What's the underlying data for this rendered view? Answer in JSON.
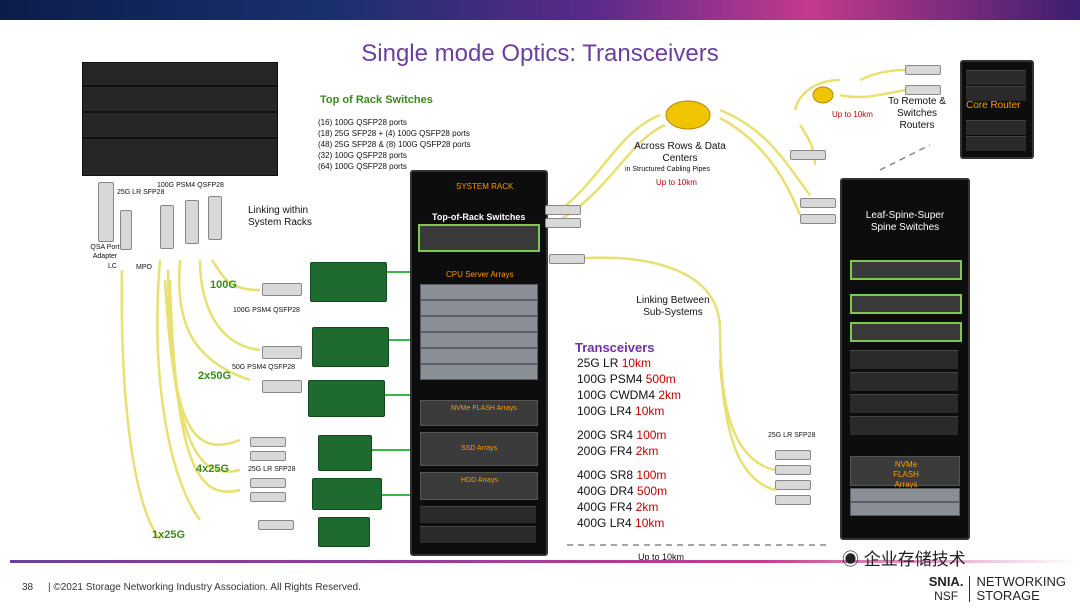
{
  "slide": {
    "title": "Single mode Optics: Transceivers",
    "page_number": "38",
    "copyright": "| ©2021 Storage Networking Industry Association. All Rights Reserved."
  },
  "tor_switches": {
    "heading": "Top of Rack Switches",
    "configs": [
      "(16) 100G QSFP28 ports",
      "(18) 25G SFP28 + (4) 100G QSFP28 ports",
      "(48) 25G SFP28 & (8) 100G QSFP28 ports",
      "(32) 100G QSFP28 ports",
      "(64) 100G QSFP28 ports"
    ]
  },
  "left_components": {
    "sfp28_25g_lr": "25G LR SFP28",
    "psm4_100g": "100G PSM4 QSFP28",
    "qsa_adapter": "QSA Port Adapter",
    "lc": "LC",
    "mpo": "MPO",
    "linking_within": "Linking within System Racks",
    "speed_100g": "100G",
    "psm4_100g_b": "100G PSM4 QSFP28",
    "speed_2x50g": "2x50G",
    "psm4_50g": "50G PSM4 QSFP28",
    "speed_4x25g": "4x25G",
    "sfp28_25g_lr_b": "25G LR SFP28",
    "speed_1x25g": "1x25G"
  },
  "system_rack": {
    "label": "SYSTEM RACK",
    "tor_label": "Top-of-Rack Switches",
    "cpu_label": "CPU Server Arrays",
    "nvme_label": "NVMe FLASH Arrays",
    "ssd_label": "SSD Arrays",
    "hdd_label": "HDD Arrays"
  },
  "center": {
    "across_rows": "Across Rows & Data Centers",
    "structured_cabling": "in Structured Cabling Pipes",
    "up_to_10km": "Up to 10km",
    "linking_between": "Linking Between Sub-Systems",
    "sfp28_25g_lr_c": "25G LR SFP28",
    "bottom_up_to_10km": "Up to 10km"
  },
  "remote": {
    "up_to_10km": "Up to 10km",
    "to_remote": "To Remote & Switches Routers",
    "core_router": "Core Router"
  },
  "spine_rack": {
    "label": "Leaf-Spine-Super Spine Switches",
    "nvme_label": "NVMe FLASH Arrays"
  },
  "transceivers": {
    "title": "Transceivers",
    "rows": [
      {
        "type": "25G LR",
        "dist": "10km"
      },
      {
        "type": "100G PSM4",
        "dist": "500m"
      },
      {
        "type": "100G CWDM4",
        "dist": "2km"
      },
      {
        "type": "100G LR4",
        "dist": "10km"
      },
      {
        "type": "200G SR4",
        "dist": "100m"
      },
      {
        "type": "200G FR4",
        "dist": "2km"
      },
      {
        "type": "400G SR8",
        "dist": "100m"
      },
      {
        "type": "400G DR4",
        "dist": "500m"
      },
      {
        "type": "400G FR4",
        "dist": "2km"
      },
      {
        "type": "400G LR4",
        "dist": "10km"
      }
    ]
  },
  "branding": {
    "watermark": "企业存储技术",
    "snia": "SNIA.",
    "nsf": "NSF",
    "networking": "NETWORKING",
    "storage": "STORAGE"
  },
  "colors": {
    "title": "#6a3fa0",
    "fiber": "#e8e070",
    "green_label": "#3a8a1a",
    "red_value": "#c00000",
    "rack_label": "#ff9a00"
  }
}
